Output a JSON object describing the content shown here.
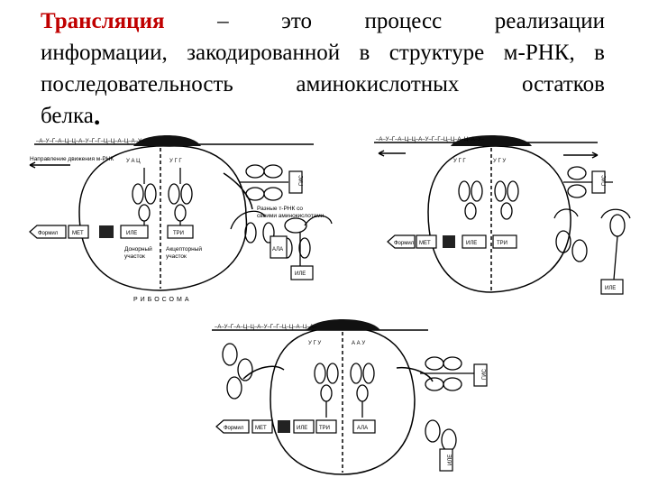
{
  "text": {
    "term": "Трансляция",
    "line1_rest": [
      "–",
      "это",
      "процесс",
      "реализации"
    ],
    "line2": [
      "информации,",
      "закодированной",
      "в",
      "структуре",
      "м-РНК,",
      "в"
    ],
    "line3": [
      "последовательность",
      "аминокислотных",
      "остатков"
    ],
    "line4_word": "белка",
    "line4_dot": "."
  },
  "figure": {
    "mrna_seq_1": "–А–У–Г–А–Ц–Ц–А–У–Г–Г–Ц–Ц–А–Ц–А–У–",
    "mrna_seq_2": "–А–У–Г–А–Ц–Ц–А–У–Г–Г–Ц–Ц–А–Ц–А–У–",
    "mrna_seq_3": "–А–У–Г–А–Ц–Ц–А–У–Г–Г–Ц–Ц–А–Ц–А–",
    "direction_label": "Направление движения м-РНК",
    "free_trna_label": [
      "Разные т-РНК со",
      "своими аминокислотами"
    ],
    "donor_site": [
      "Донорный",
      "участок"
    ],
    "acceptor_site": [
      "Акцепторный",
      "участок"
    ],
    "ribosome_label": "РИБОСОМА",
    "formyl": "Формил",
    "aa": {
      "met": "МЕТ",
      "ile": "ИЛЕ",
      "tri": "ТРИ",
      "ala": "АЛА",
      "gis": "ГИС"
    },
    "anticodons": {
      "uac": "У А Ц",
      "ugg": "У Г Г",
      "ugu": "У Г У",
      "aau": "А А У"
    }
  }
}
